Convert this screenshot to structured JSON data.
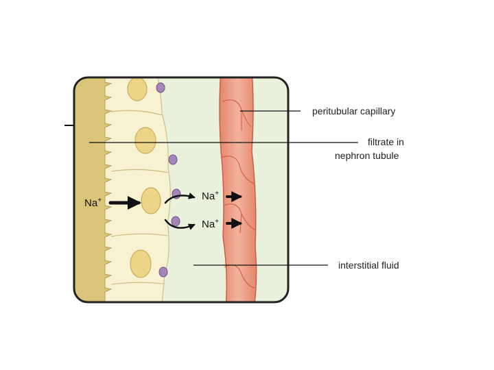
{
  "labels": {
    "peritubular_capillary": "peritubular capillary",
    "filtrate_line1": "filtrate in",
    "filtrate_line2": "nephron tubule",
    "interstitial_fluid": "interstitial fluid"
  },
  "ion": {
    "symbol": "Na",
    "charge": "+"
  },
  "colors": {
    "filtrate": "#d9c47a",
    "cells": "#f7f2d2",
    "nucleus": "#ecd489",
    "interstitial": "#eaf2dd",
    "capillary": "#ec9a84",
    "pump": "#a686b8",
    "frame": "#222222"
  }
}
